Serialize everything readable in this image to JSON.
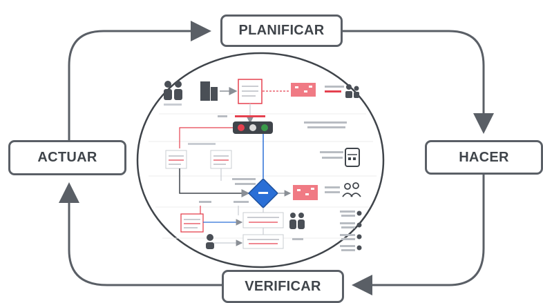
{
  "stages": {
    "planificar": "PLANIFICAR",
    "hacer": "HACER",
    "verificar": "VERIFICAR",
    "actuar": "ACTUAR"
  },
  "colors": {
    "frame": "#5a5f66",
    "text": "#3f444a",
    "accent_red": "#e5414f",
    "accent_blue": "#2a6fd6",
    "traffic_green": "#3a9a4a",
    "inner_line": "#8a8f96"
  },
  "icons": [
    "people-icon",
    "building-icon",
    "document-icon",
    "traffic-light-icon",
    "decision-diamond-icon",
    "team-icon",
    "person-icon"
  ]
}
